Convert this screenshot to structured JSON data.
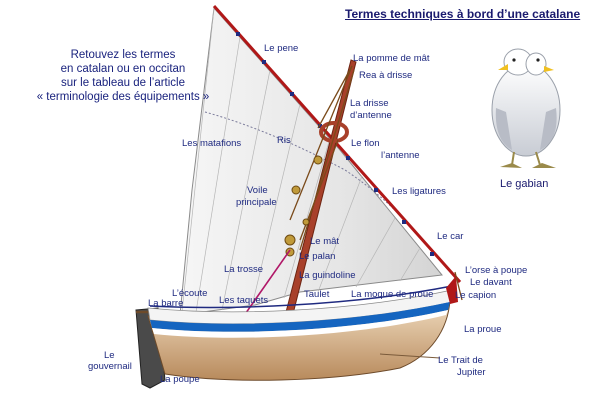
{
  "title": "Termes techniques à bord d’une catalane",
  "note": [
    "Retouvez les termes",
    "en catalan ou en occitan",
    "sur le tableau de l’article",
    "« terminologie des équipements »"
  ],
  "gabian_label": "Le gabian",
  "labels": {
    "pene": "Le pene",
    "pomme_de_mat": "La pomme de mât",
    "rea_a_drisse": "Rea à drisse",
    "drisse_line1": "La drisse",
    "drisse_line2": "d’antenne",
    "matafions": "Les matafions",
    "ris": "Ris",
    "flon": "Le flon",
    "antenne": "l’antenne",
    "ligatures": "Les ligatures",
    "voile_line1": "Voile",
    "voile_line2": "principale",
    "car": "Le car",
    "mat": "Le mât",
    "palan": "Le palan",
    "trosse": "La trosse",
    "guindoline": "La guindoline",
    "orse_a_poupe": "L’orse à poupe",
    "davant": "Le davant",
    "ecoute": "L’écoute",
    "barre": "La barre",
    "taquets": "Les taquets",
    "taulet": "Taulet",
    "moque_de_proue": "La moque de proue",
    "capion": "Le capion",
    "proue": "La proue",
    "gouvernail_line1": "Le",
    "gouvernail_line2": "gouvernail",
    "poupe": "La poupe",
    "trait_line1": "Le Trait de",
    "trait_line2": "Jupiter"
  },
  "colors": {
    "text": "#1f2a80",
    "hull_white": "#f4f4f4",
    "hull_blue": "#1565c0",
    "hull_wood": "#c8a070",
    "mast": "#a8402a",
    "antenne_red": "#b01818",
    "sail": "#ececec"
  }
}
